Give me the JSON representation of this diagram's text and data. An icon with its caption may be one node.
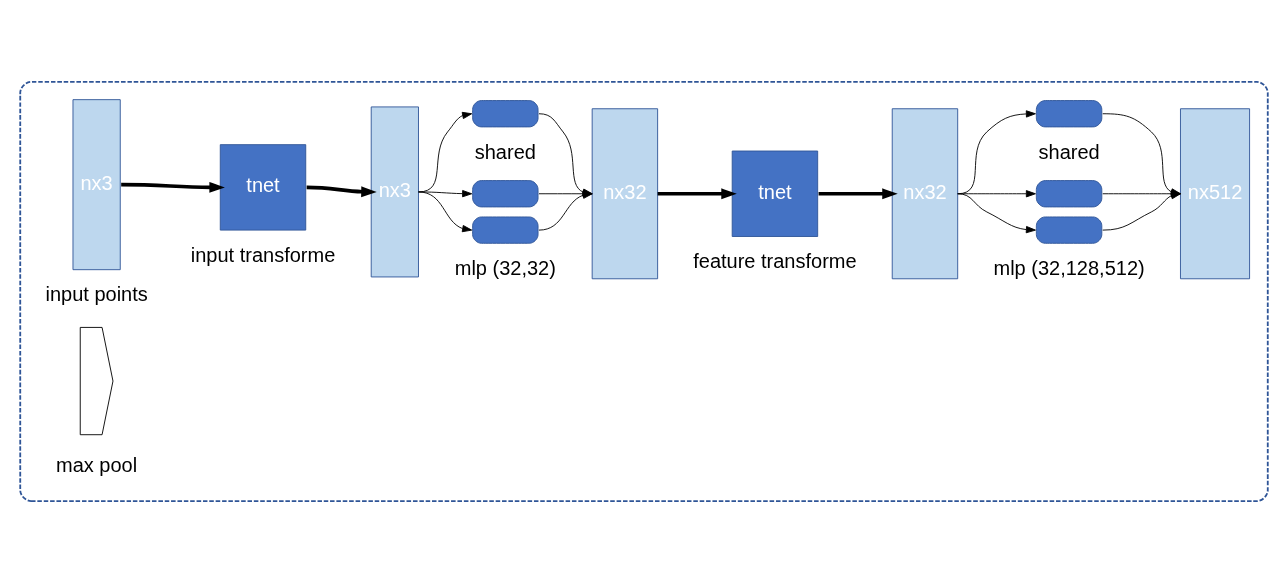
{
  "diagram": {
    "nodes": [
      {
        "text": [],
        "shape": "box"
      },
      {
        "text": [
          "nx3"
        ],
        "beside": [
          "input points"
        ],
        "in": 0
      },
      {
        "text": [
          "tnet"
        ],
        "beside": [
          "input transforme"
        ],
        "in": 0
      },
      {
        "text": [
          "nx3"
        ],
        "in": 0
      },
      {
        "text": [],
        "shape": "box",
        "in": 0
      },
      {
        "text": [],
        "shape": "box",
        "in": 0
      },
      {
        "text": [],
        "shape": "box",
        "in": 0
      },
      {
        "text": [
          "nx32"
        ],
        "in": 0
      },
      {
        "text": [
          "tnet"
        ],
        "beside": [
          "feature transforme"
        ],
        "in": 0
      },
      {
        "text": [
          "nx32"
        ],
        "in": 0
      },
      {
        "text": [],
        "shape": "box",
        "in": 0
      },
      {
        "text": [],
        "shape": "box",
        "in": 0
      },
      {
        "text": [],
        "shape": "box",
        "in": 0
      },
      {
        "text": [
          "nx512"
        ],
        "in": 0
      },
      {
        "text": [],
        "shape": "chevron",
        "beside": [
          "max pool"
        ],
        "in": 0
      }
    ],
    "edges": [
      {
        "from": 1,
        "to": 2,
        "arrow": "to",
        "style": "thick"
      },
      {
        "from": 2,
        "to": 3,
        "arrow": "to",
        "style": "thick"
      },
      {
        "from": 3,
        "to": 4,
        "arrow": "to"
      },
      {
        "from": 3,
        "to": 5,
        "arrow": "to"
      },
      {
        "from": 3,
        "to": 6,
        "arrow": "to"
      },
      {
        "from": 4,
        "to": 7,
        "arrow": "to"
      },
      {
        "from": 5,
        "to": 7,
        "arrow": "to"
      },
      {
        "from": 6,
        "to": 7,
        "arrow": "to"
      },
      {
        "from": 7,
        "to": 8,
        "arrow": "to",
        "style": "thick"
      },
      {
        "from": 8,
        "to": 9,
        "arrow": "to",
        "style": "thick"
      },
      {
        "from": 9,
        "to": 10,
        "arrow": "to"
      },
      {
        "from": 9,
        "to": 11,
        "arrow": "to"
      },
      {
        "from": 9,
        "to": 12,
        "arrow": "to"
      },
      {
        "from": 10,
        "to": 13,
        "arrow": "to"
      },
      {
        "from": 11,
        "to": 13,
        "arrow": "to"
      },
      {
        "from": 12,
        "to": 13,
        "arrow": "to"
      }
    ],
    "labels": [
      "mlp (32,32)",
      "shared",
      "mlp (32,128,512)",
      "shared"
    ]
  }
}
